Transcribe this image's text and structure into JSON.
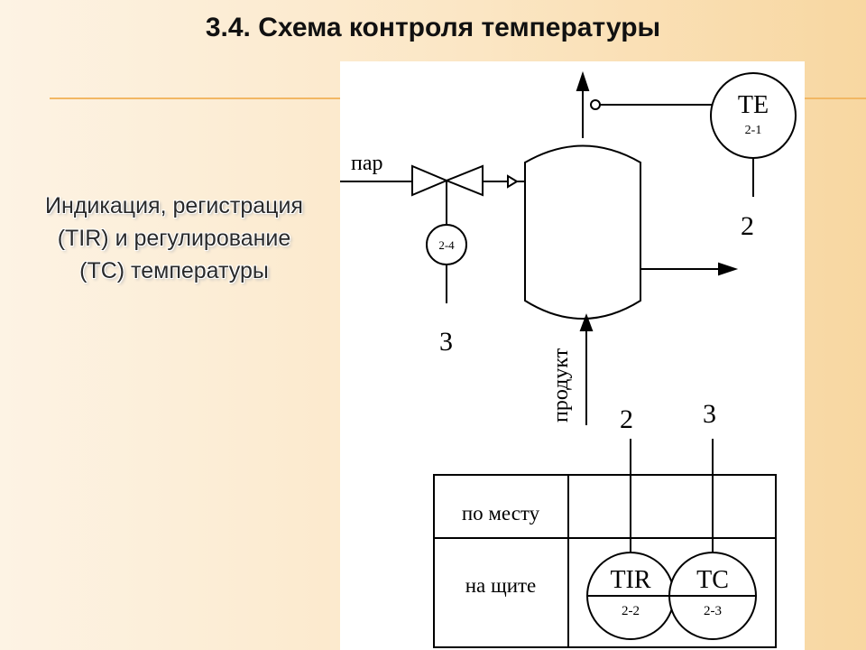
{
  "title": "3.4. Схема контроля температуры",
  "description": {
    "line1": "Индикация, регистрация",
    "line2": "(TIR) и регулирование",
    "line3": "(TC) температуры"
  },
  "diagram": {
    "steam_label": "пар",
    "product_label": "продукт",
    "sensor": {
      "tag": "TE",
      "id": "2-1"
    },
    "valve_instrument": {
      "id": "2-4"
    },
    "line_numbers": {
      "sensor_line": "2",
      "valve_line": "3",
      "panel_line_tir": "2",
      "panel_line_tc": "3"
    },
    "table": {
      "row_local": "по месту",
      "row_panel": "на щите"
    },
    "panel_instruments": [
      {
        "tag": "TIR",
        "id": "2-2"
      },
      {
        "tag": "TC",
        "id": "2-3"
      }
    ]
  }
}
